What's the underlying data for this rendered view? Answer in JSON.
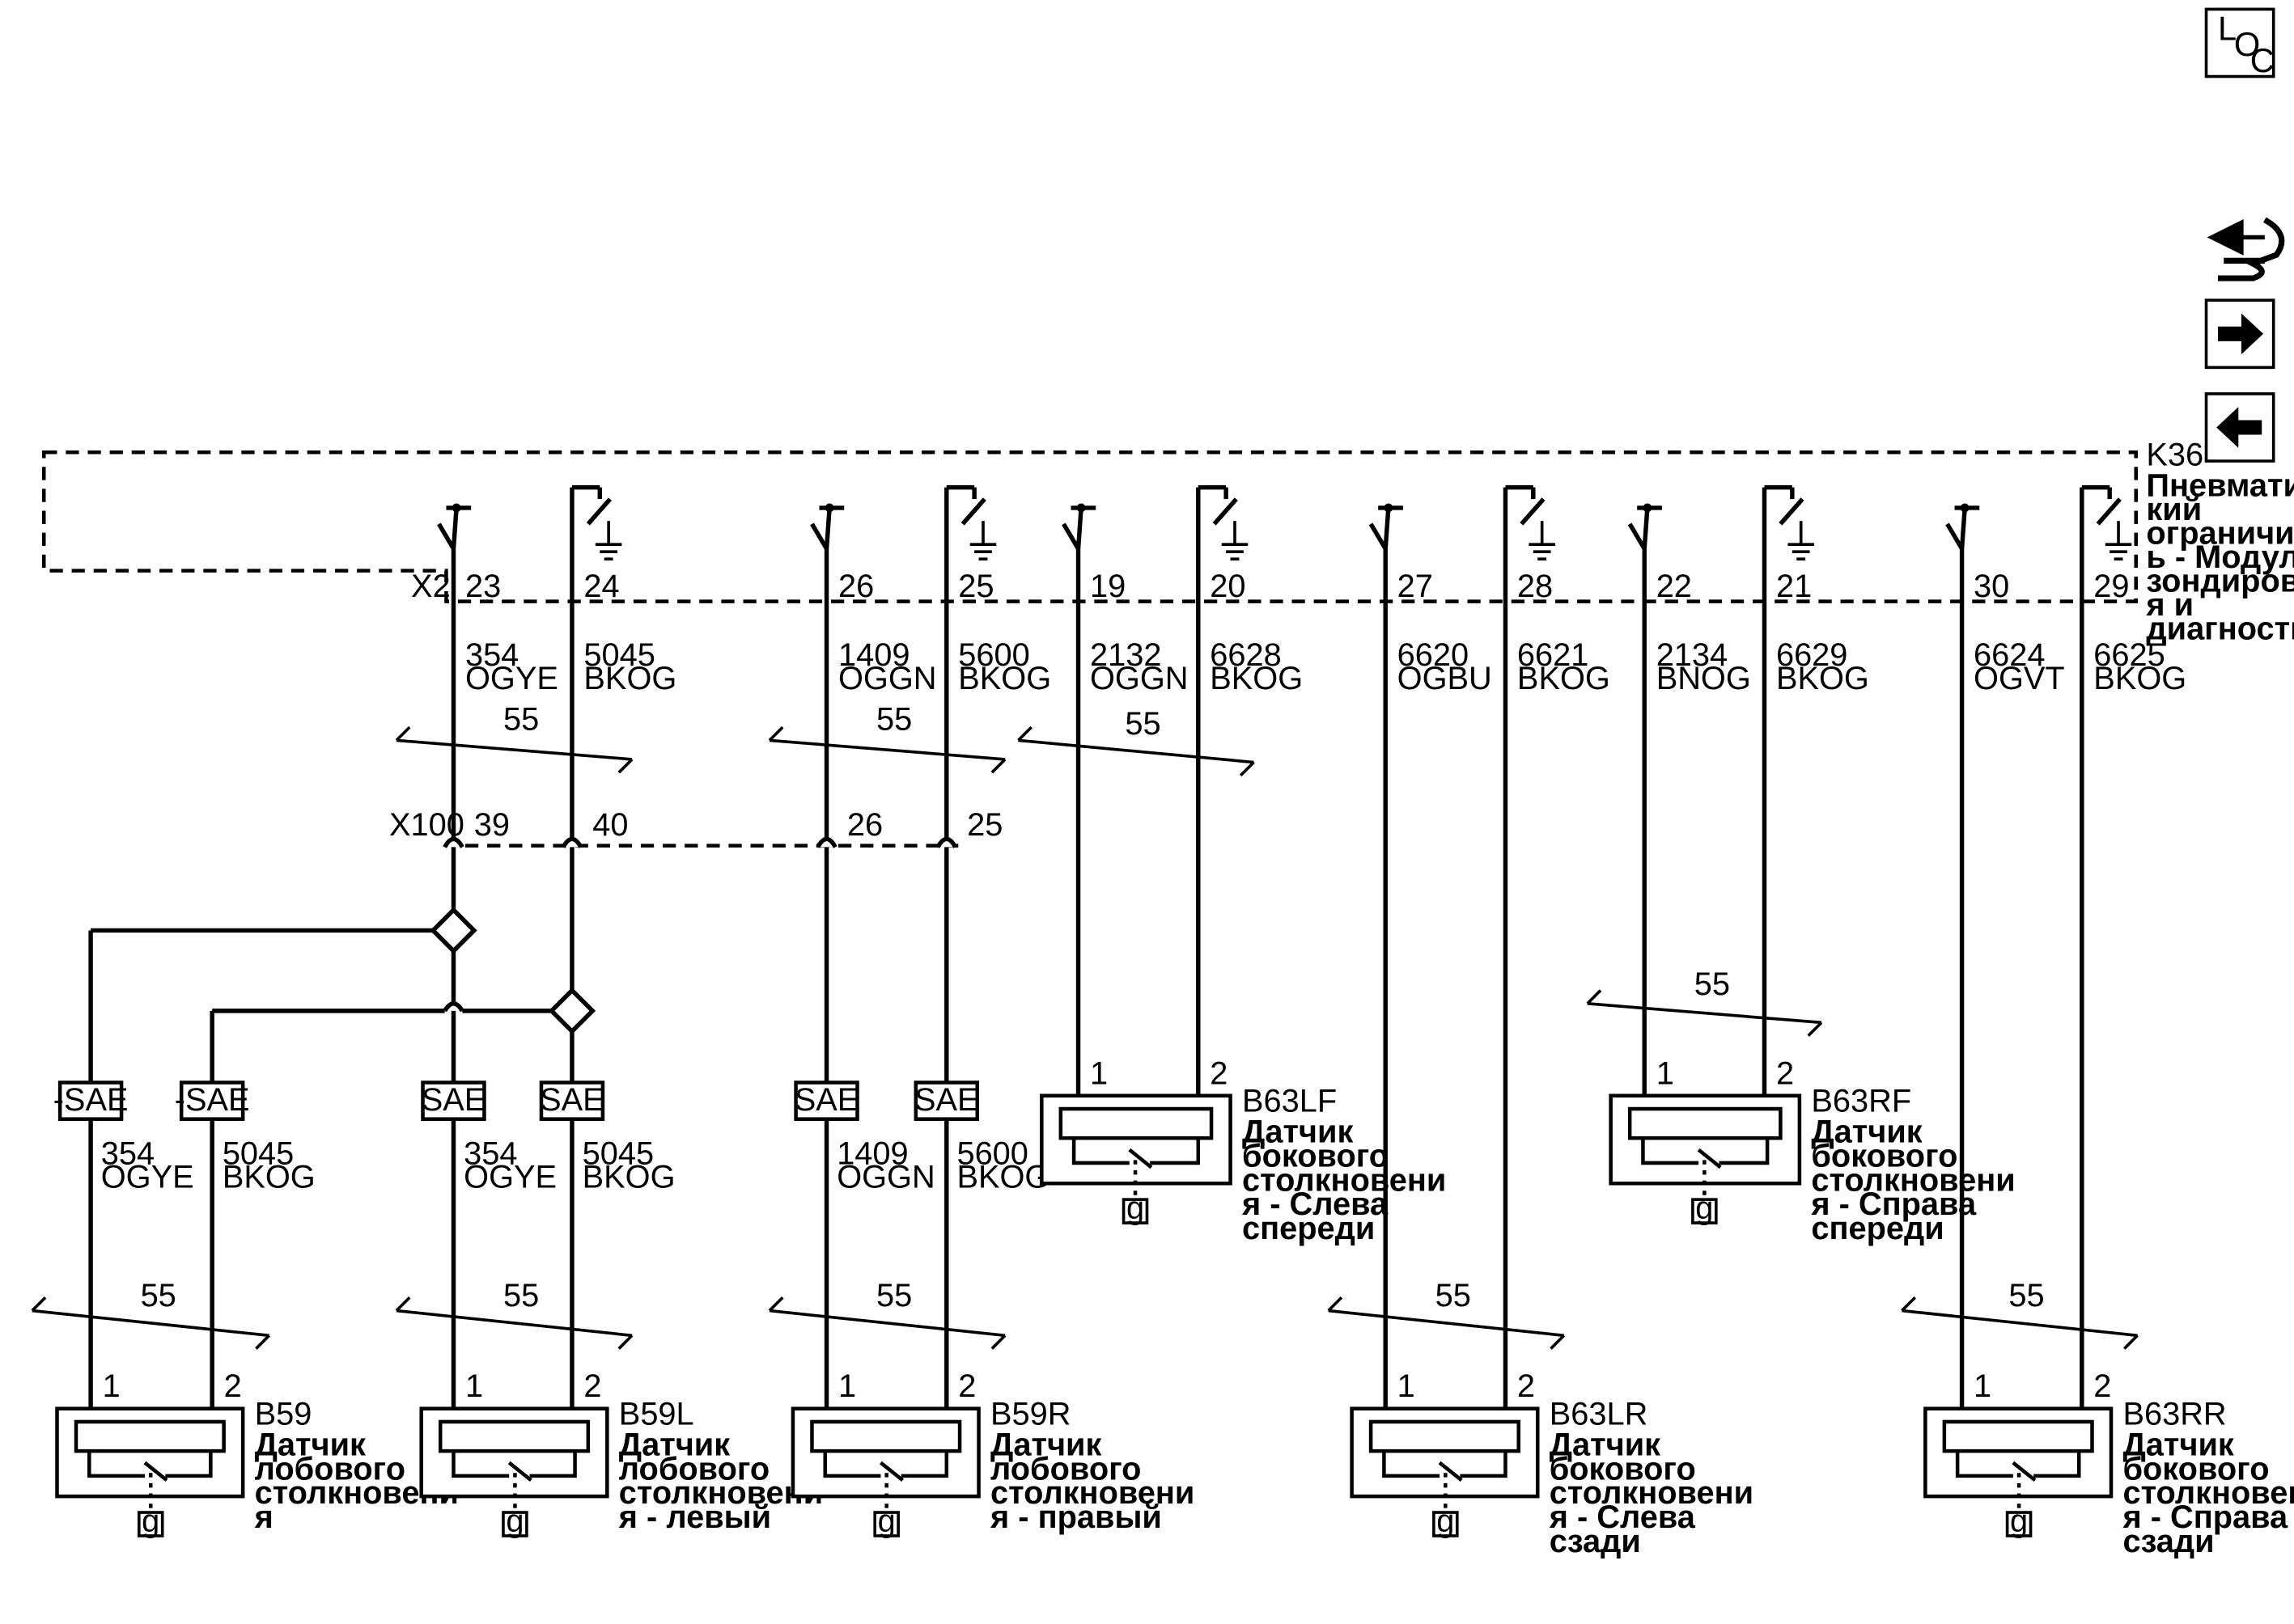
{
  "nav": {
    "loc_label_l": "L",
    "loc_label_o": "O",
    "loc_label_c": "C",
    "icons": [
      "loc-icon",
      "harness-icon",
      "arrow-right-icon",
      "arrow-left-icon"
    ]
  },
  "module": {
    "ref": "K36",
    "name_lines": [
      "Пневматичес",
      "кий",
      "ограничител",
      "ь - Модуль",
      "зондировани",
      "я и",
      "диагностики"
    ],
    "connector": "X2"
  },
  "top_pins": [
    {
      "pin": "23",
      "circuit": "354",
      "color": "OGYE"
    },
    {
      "pin": "24",
      "circuit": "5045",
      "color": "BKOG"
    },
    {
      "pin": "26",
      "circuit": "1409",
      "color": "OGGN"
    },
    {
      "pin": "25",
      "circuit": "5600",
      "color": "BKOG"
    },
    {
      "pin": "19",
      "circuit": "2132",
      "color": "OGGN"
    },
    {
      "pin": "20",
      "circuit": "6628",
      "color": "BKOG"
    },
    {
      "pin": "27",
      "circuit": "6620",
      "color": "OGBU"
    },
    {
      "pin": "28",
      "circuit": "6621",
      "color": "BKOG"
    },
    {
      "pin": "22",
      "circuit": "2134",
      "color": "BNOG"
    },
    {
      "pin": "21",
      "circuit": "6629",
      "color": "BKOG"
    },
    {
      "pin": "30",
      "circuit": "6624",
      "color": "OGVT"
    },
    {
      "pin": "29",
      "circuit": "6625",
      "color": "BKOG"
    }
  ],
  "inline_connector": {
    "ref": "X100",
    "pins": [
      "39",
      "40",
      "26",
      "25"
    ]
  },
  "twist_label": "55",
  "sae_labels": [
    "-SAE",
    "-SAE",
    "SAE",
    "SAE",
    "SAE",
    "SAE"
  ],
  "lower_wires": [
    {
      "circuit": "354",
      "color": "OGYE"
    },
    {
      "circuit": "5045",
      "color": "BKOG"
    },
    {
      "circuit": "354",
      "color": "OGYE"
    },
    {
      "circuit": "5045",
      "color": "BKOG"
    },
    {
      "circuit": "1409",
      "color": "OGGN"
    },
    {
      "circuit": "5600",
      "color": "BKOG"
    }
  ],
  "sensors": [
    {
      "ref": "B59",
      "pin1": "1",
      "pin2": "2",
      "lines": [
        "Датчик",
        "лобового",
        "столкновени",
        "я"
      ],
      "ground": "g"
    },
    {
      "ref": "B59L",
      "pin1": "1",
      "pin2": "2",
      "lines": [
        "Датчик",
        "лобового",
        "столкновени",
        "я - левый"
      ],
      "ground": "g"
    },
    {
      "ref": "B59R",
      "pin1": "1",
      "pin2": "2",
      "lines": [
        "Датчик",
        "лобового",
        "столкновени",
        "я - правый"
      ],
      "ground": "g"
    },
    {
      "ref": "B63LR",
      "pin1": "1",
      "pin2": "2",
      "lines": [
        "Датчик",
        "бокового",
        "столкновени",
        "я - Слева",
        "сзади"
      ],
      "ground": "g"
    },
    {
      "ref": "B63RR",
      "pin1": "1",
      "pin2": "2",
      "lines": [
        "Датчик",
        "бокового",
        "столкновени",
        "я - Справа",
        "сзади"
      ],
      "ground": "g"
    },
    {
      "ref": "B63LF",
      "pin1": "1",
      "pin2": "2",
      "lines": [
        "Датчик",
        "бокового",
        "столкновени",
        "я - Слева",
        "спереди"
      ],
      "ground": "g"
    },
    {
      "ref": "B63RF",
      "pin1": "1",
      "pin2": "2",
      "lines": [
        "Датчик",
        "бокового",
        "столкновени",
        "я - Справа",
        "спереди"
      ],
      "ground": "g"
    }
  ]
}
